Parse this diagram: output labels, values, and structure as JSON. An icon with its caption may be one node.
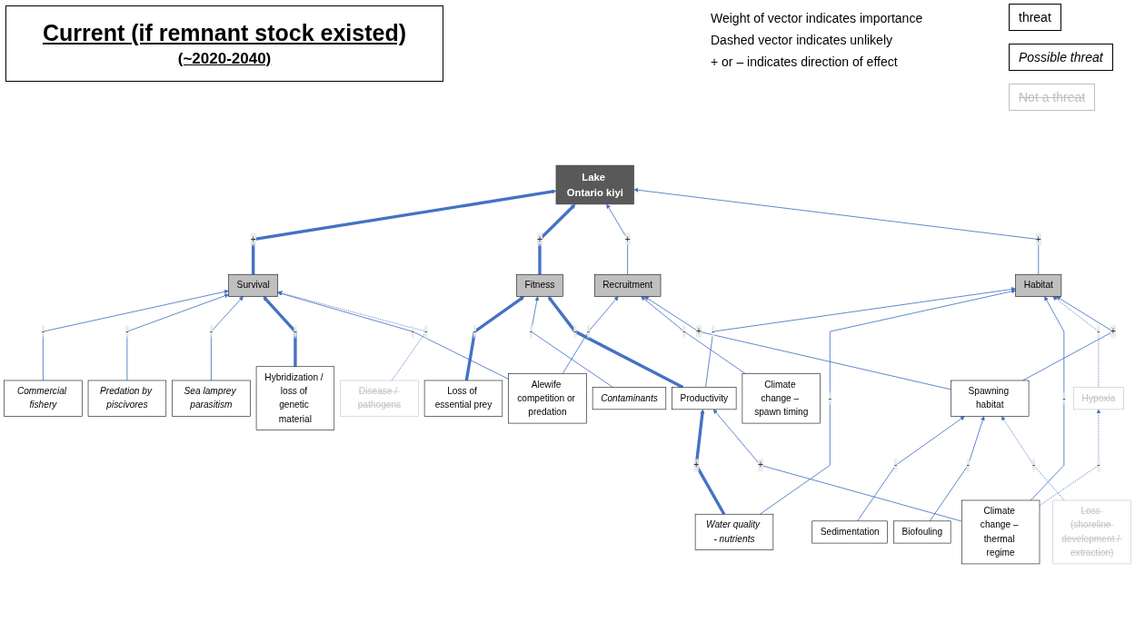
{
  "diagram": {
    "title": "Current (if remnant stock existed)",
    "nodes": [
      {
        "text": [
          "Commercial fishery"
        ]
      },
      {
        "text": [
          "Predation by piscivores"
        ]
      },
      {
        "text": [
          "Hybridization / loss of genetic material"
        ]
      },
      {
        "text": [
          "Sea lamprey parasitism"
        ]
      },
      {
        "text": [
          "Alewife competition or predation"
        ]
      },
      {
        "text": [
          "Survival"
        ]
      },
      {
        "text": [
          "Disease / pathogens"
        ]
      },
      {
        "text": [
          "Loss of essential prey"
        ]
      },
      {
        "text": [
          "Fitness"
        ]
      },
      {
        "text": [
          "Lake Ontario kiyi"
        ]
      },
      {
        "text": [
          "Recruitment"
        ]
      },
      {
        "text": [
          "Contaminants"
        ]
      },
      {
        "text": [
          "Climate change – spawn timing"
        ]
      },
      {
        "text": [
          "Habitat"
        ]
      },
      {
        "text": [
          "Productivity"
        ]
      },
      {
        "text": [
          "Sedimentation"
        ]
      },
      {
        "text": [
          "Spawning habitat"
        ]
      },
      {
        "text": [
          "Water quality - nutrients"
        ]
      },
      {
        "text": [
          "Biofouling"
        ]
      },
      {
        "text": [
          "Hypoxia"
        ]
      },
      {
        "text": [
          "Climate change – thermal regime"
        ]
      },
      {
        "text": [
          "Loss (shoreline development / extraction)"
        ]
      }
    ],
    "edges": [
      {
        "from": 0,
        "to": 5,
        "arrow": "to",
        "label": "-"
      },
      {
        "from": 1,
        "to": 5,
        "arrow": "to",
        "label": "-"
      },
      {
        "from": 3,
        "to": 5,
        "arrow": "to",
        "label": "-"
      },
      {
        "from": 2,
        "to": 5,
        "arrow": "to",
        "label": "-",
        "style": "thick"
      },
      {
        "from": 4,
        "to": 5,
        "arrow": "to",
        "label": "-"
      },
      {
        "from": 6,
        "to": 5,
        "arrow": "to",
        "label": "-",
        "style": "dashed"
      },
      {
        "from": 5,
        "to": 9,
        "arrow": "to",
        "label": "+",
        "style": "thick"
      },
      {
        "from": 7,
        "to": 8,
        "arrow": "to",
        "label": "-",
        "style": "thick"
      },
      {
        "from": 11,
        "to": 8,
        "arrow": "to",
        "label": "-"
      },
      {
        "from": 8,
        "to": 9,
        "arrow": "to",
        "label": "+",
        "style": "thick"
      },
      {
        "from": 10,
        "to": 9,
        "arrow": "to",
        "label": "+"
      },
      {
        "from": 4,
        "to": 10,
        "arrow": "to",
        "label": "-"
      },
      {
        "from": 12,
        "to": 10,
        "arrow": "to",
        "label": "-"
      },
      {
        "from": 13,
        "to": 9,
        "arrow": "to",
        "label": "+"
      },
      {
        "from": 14,
        "to": 8,
        "arrow": "to",
        "label": "-",
        "style": "thick"
      },
      {
        "from": 14,
        "to": 13,
        "arrow": "to",
        "label": "-"
      },
      {
        "from": 17,
        "to": 14,
        "arrow": "to",
        "label": "+",
        "style": "thick"
      },
      {
        "from": 17,
        "to": 13,
        "arrow": "to",
        "label": "-"
      },
      {
        "from": 20,
        "to": 14,
        "arrow": "to",
        "label": "+"
      },
      {
        "from": 20,
        "to": 13,
        "arrow": "to",
        "label": "-"
      },
      {
        "from": 20,
        "to": 19,
        "arrow": "to",
        "label": "-",
        "style": "dashed"
      },
      {
        "from": 19,
        "to": 13,
        "arrow": "to",
        "label": "-",
        "style": "dashed"
      },
      {
        "from": 16,
        "to": 13,
        "arrow": "to",
        "label": "+"
      },
      {
        "from": 16,
        "to": 10,
        "arrow": "to",
        "label": "+"
      },
      {
        "from": 15,
        "to": 16,
        "arrow": "to",
        "label": "-"
      },
      {
        "from": 18,
        "to": 16,
        "arrow": "to",
        "label": "-"
      },
      {
        "from": 21,
        "to": 16,
        "arrow": "to",
        "label": "-",
        "style": "dashed"
      }
    ],
    "labels": [
      "(~2020-2040)",
      "Weight of vector indicates importance",
      "Dashed vector indicates unlikely",
      "+ or – indicates direction of effect"
    ],
    "legend": [
      {
        "text": "threat"
      },
      {
        "text": "Possible threat"
      },
      {
        "text": "Not a threat"
      }
    ]
  }
}
